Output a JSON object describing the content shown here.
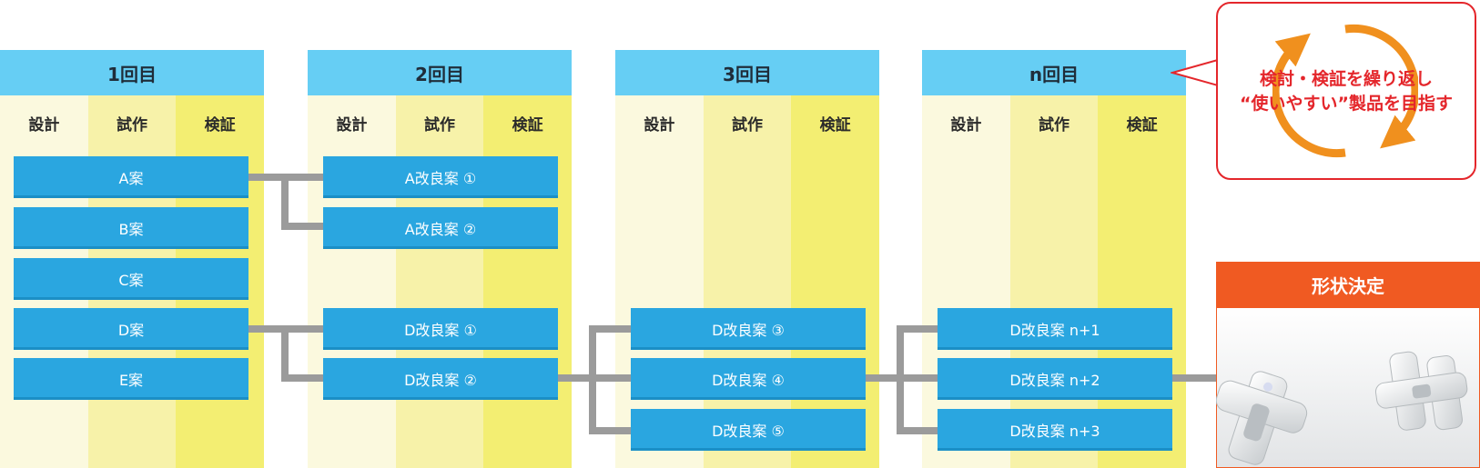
{
  "rounds": [
    {
      "title": "1回目",
      "columns": [
        "設計",
        "試作",
        "検証"
      ]
    },
    {
      "title": "2回目",
      "columns": [
        "設計",
        "試作",
        "検証"
      ]
    },
    {
      "title": "3回目",
      "columns": [
        "設計",
        "試作",
        "検証"
      ]
    },
    {
      "title": "n回目",
      "columns": [
        "設計",
        "試作",
        "検証"
      ]
    }
  ],
  "boxes": {
    "r1": [
      "A案",
      "B案",
      "C案",
      "D案",
      "E案"
    ],
    "r2": [
      "A改良案 ①",
      "A改良案 ②",
      "D改良案 ①",
      "D改良案 ②"
    ],
    "r3": [
      "D改良案 ③",
      "D改良案 ④",
      "D改良案 ⑤"
    ],
    "r4": [
      "D改良案 n+1",
      "D改良案 n+2",
      "D改良案 n+3"
    ]
  },
  "callout": {
    "line1": "検討・検証を繰り返し",
    "line2": "“使いやすい”製品を目指す"
  },
  "result": {
    "title": "形状決定"
  },
  "colors": {
    "header_blue": "#66cef4",
    "box_blue": "#2aa6e0",
    "connector": "#9b9b9b",
    "accent_red": "#e4262b",
    "accent_orange": "#f0901e",
    "result_orange": "#f05a22"
  },
  "icons": [
    "cycle-arrows-icon"
  ]
}
